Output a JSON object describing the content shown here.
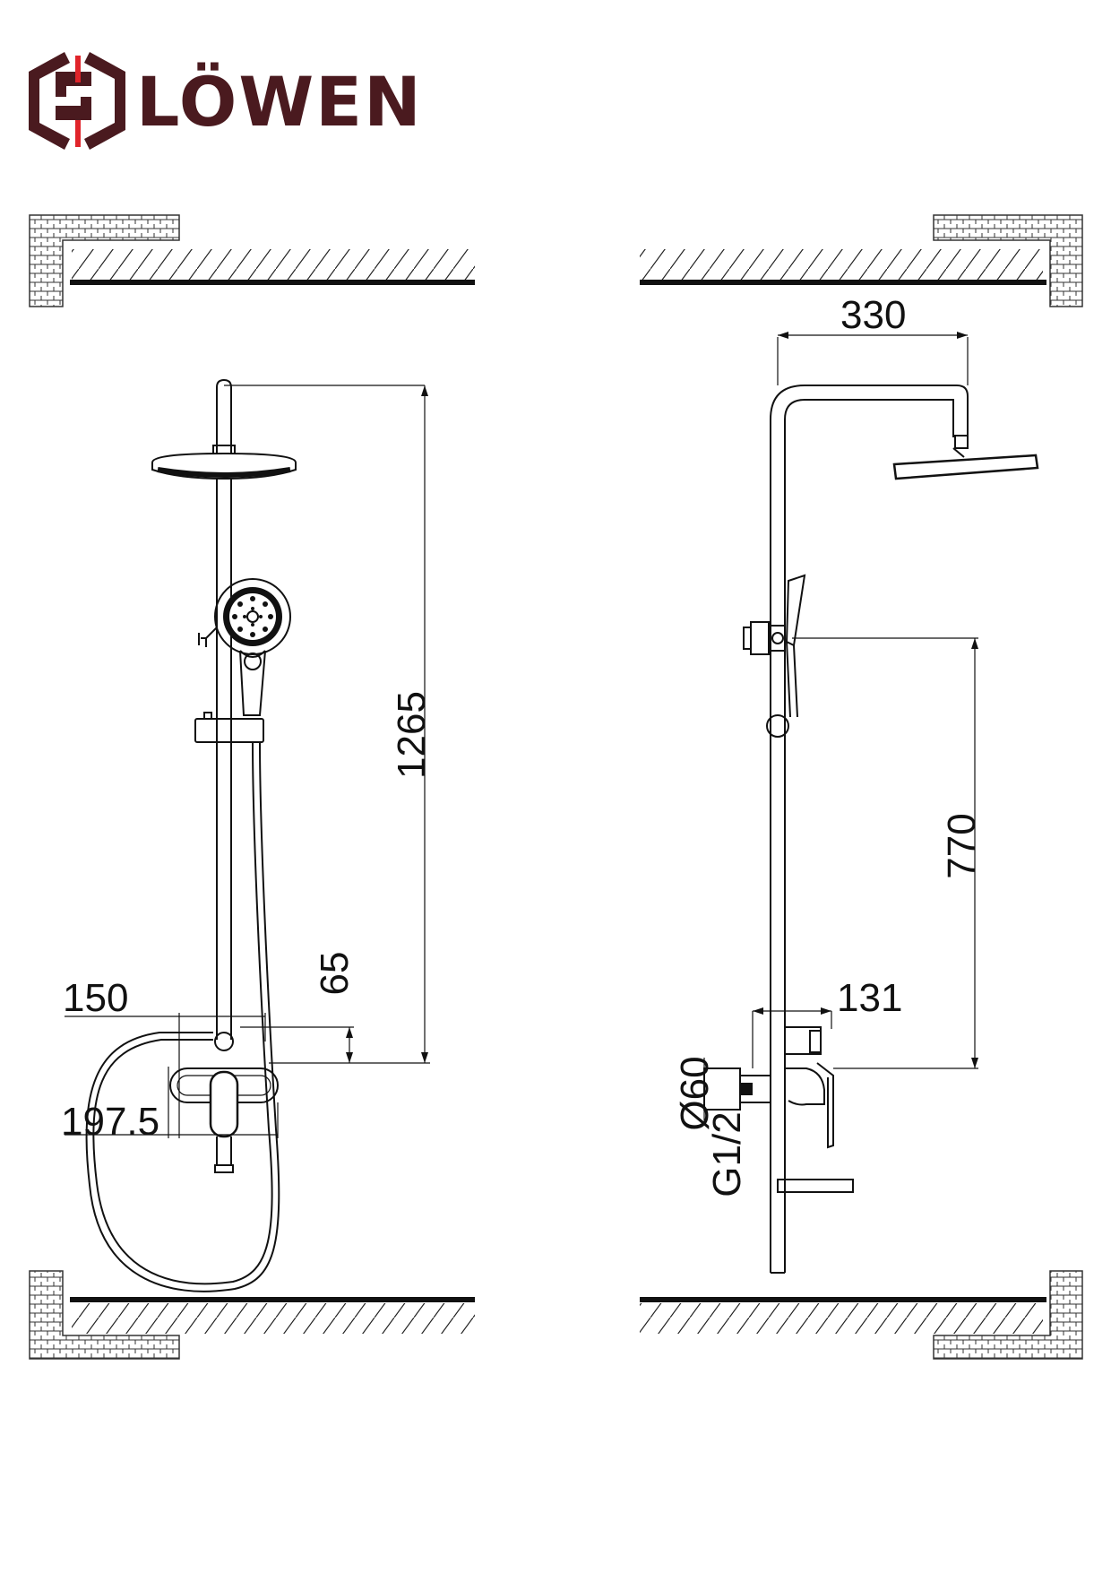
{
  "brand": {
    "name": "LÖWEN",
    "colors": {
      "mark": "#4a1a1f",
      "accent": "#e0242a"
    }
  },
  "front_view": {
    "dimensions": {
      "total_height": "1265",
      "offset": "65",
      "width_top": "150",
      "width_bottom": "197.5"
    }
  },
  "side_view": {
    "dimensions": {
      "arm_reach": "330",
      "slider_height": "770",
      "mixer_depth": "131",
      "flange_diameter": "Ø60",
      "thread": "G1/2"
    }
  }
}
